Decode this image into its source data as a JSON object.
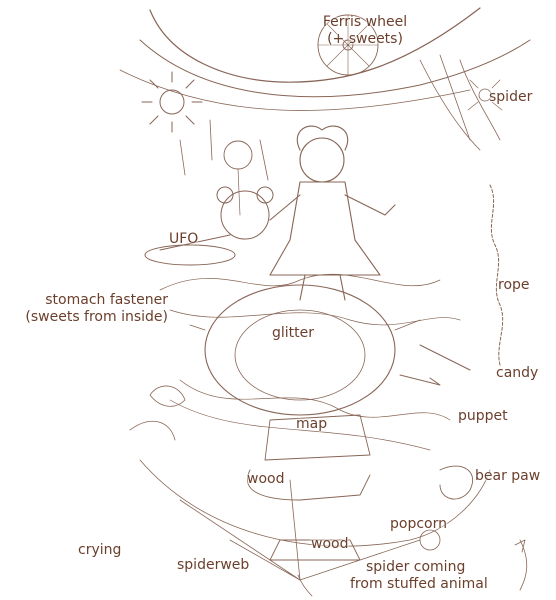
{
  "ink_color": "#6b3f2c",
  "labels": {
    "ferris_line1": "Ferris wheel",
    "ferris_line2": "(+ sweets)",
    "spider": "spider",
    "ufo": "UFO",
    "rope": "rope",
    "stomach_line1": "stomach fastener",
    "stomach_line2": "(sweets from inside)",
    "glitter": "glitter",
    "candy": "candy",
    "puppet": "puppet",
    "map": "map",
    "bear_paw": "bear paw",
    "wood_1": "wood",
    "crying": "crying",
    "popcorn": "popcorn",
    "wood_2": "wood",
    "spiderweb": "spiderweb",
    "spider_stuffed_line1": "spider coming",
    "spider_stuffed_line2": "from stuffed animal"
  }
}
